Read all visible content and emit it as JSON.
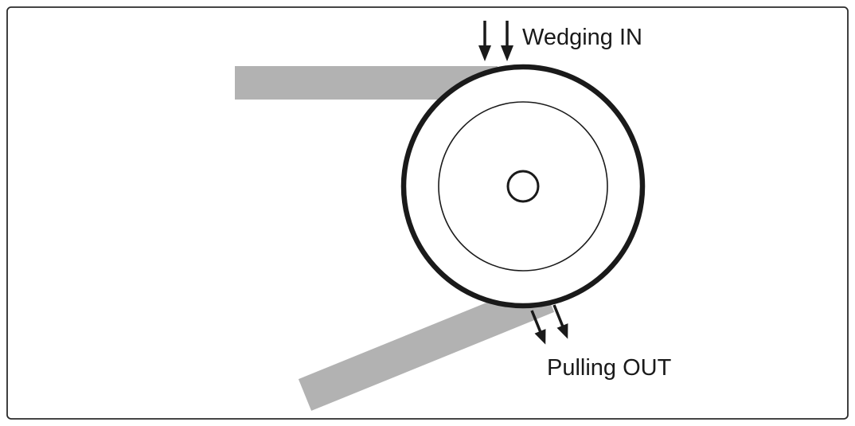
{
  "figure": {
    "type": "technical-diagram",
    "subject": "web wrapping around a roller",
    "labels": {
      "wedging_in": "Wedging IN",
      "pulling_out": "Pulling OUT"
    },
    "colors": {
      "belt": "#b2b2b2",
      "ink": "#1a1a1a",
      "border": "#2b2b2b",
      "background": "#ffffff"
    }
  }
}
